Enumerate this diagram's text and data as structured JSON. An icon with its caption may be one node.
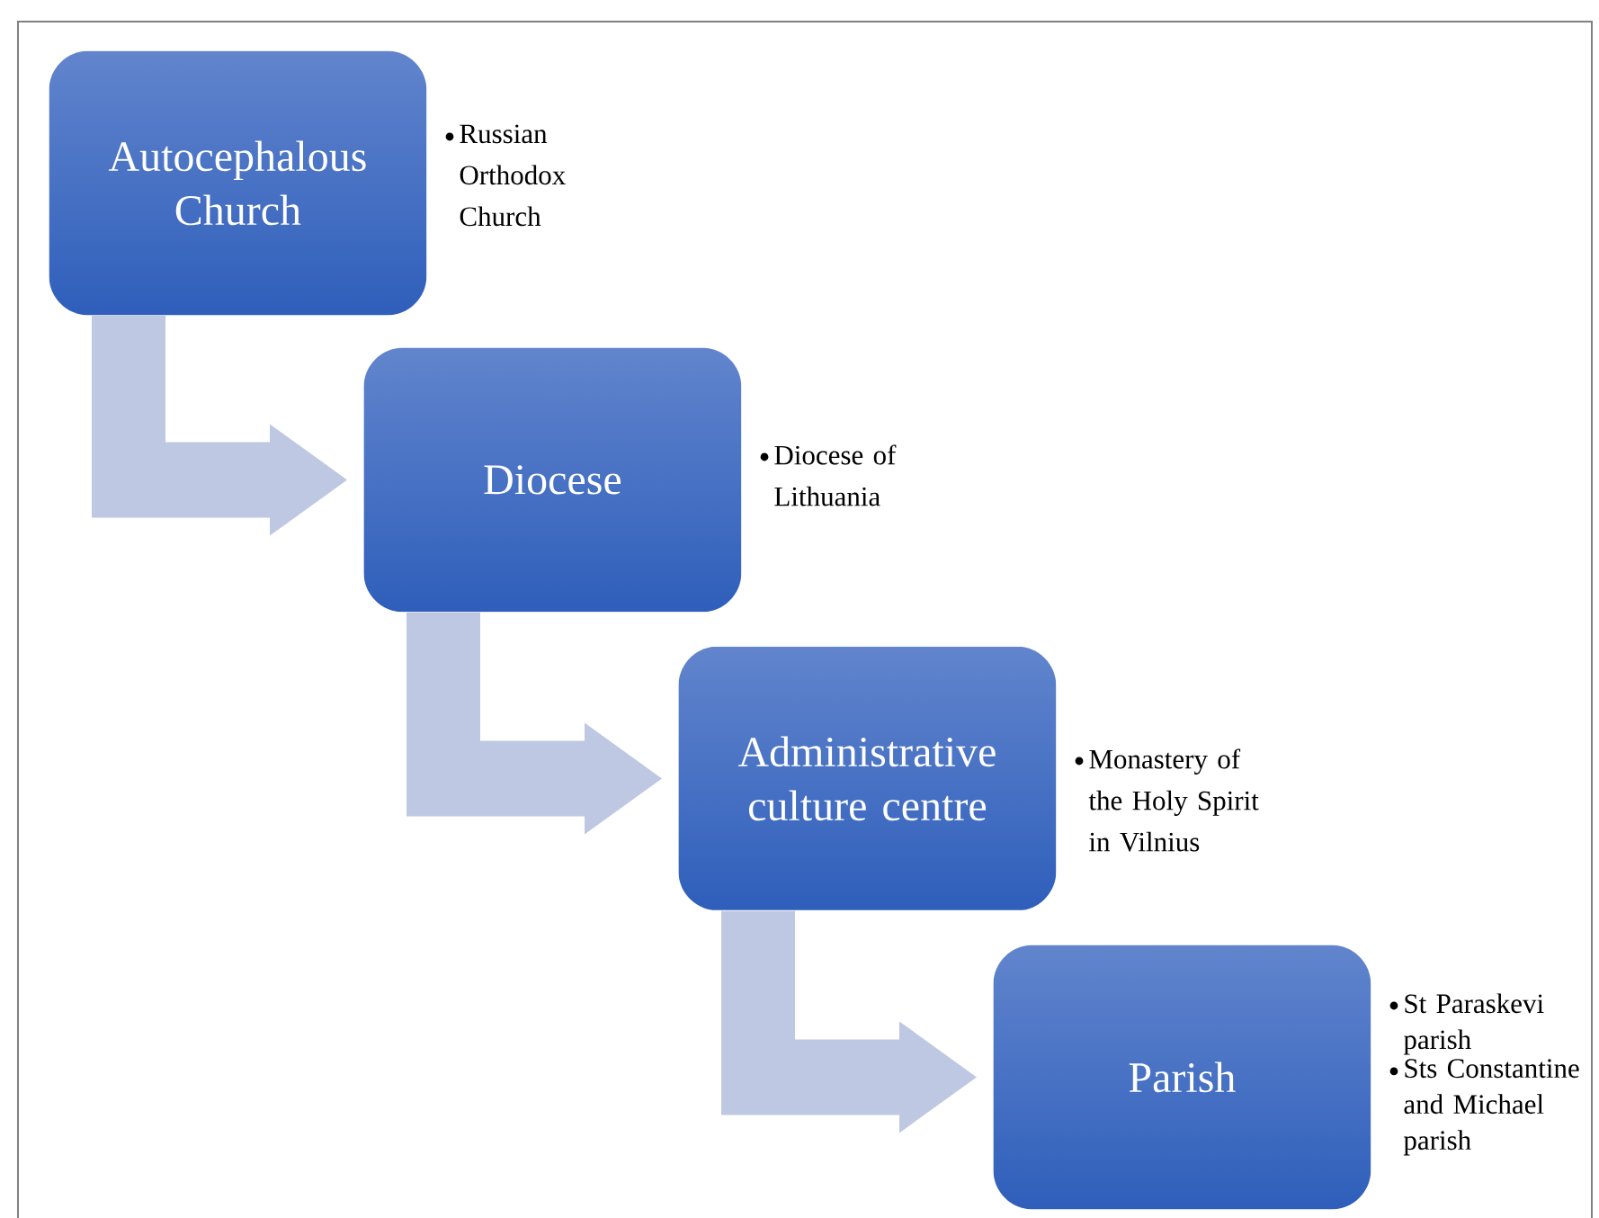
{
  "diagram": {
    "nodes": [
      {
        "text": [
          "Autocephalous Church"
        ],
        "beside": [
          "Russian Orthodox Church"
        ]
      },
      {
        "text": [
          "Diocese"
        ]
      },
      {
        "text": [
          "Administrative culture centre"
        ],
        "beside": [
          "Monastery of the Holy Spirit in Vilnius"
        ]
      },
      {
        "text": [
          "Parish"
        ],
        "beside": [
          "St Paraskevi parish",
          "Sts Constantine and Michael parish"
        ]
      }
    ],
    "edges": [
      {
        "from": 0,
        "to": 1,
        "arrow": "to"
      },
      {
        "from": 1,
        "to": 2,
        "arrow": "to"
      },
      {
        "from": 2,
        "to": 3,
        "arrow": "to"
      }
    ],
    "labels": [
      "Diocese of Lithuania"
    ]
  }
}
